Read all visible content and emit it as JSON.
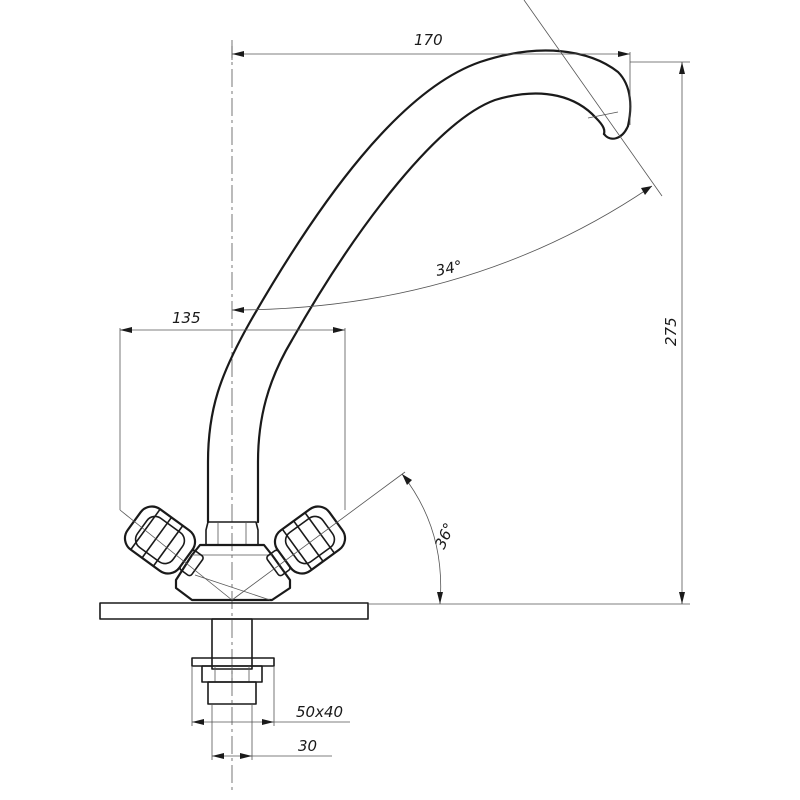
{
  "dimensions": {
    "spout_reach": "170",
    "total_height": "275",
    "handle_span": "135",
    "spout_angle": "34°",
    "handle_angle": "36°",
    "base_size": "50x40",
    "shank_diameter": "30"
  }
}
